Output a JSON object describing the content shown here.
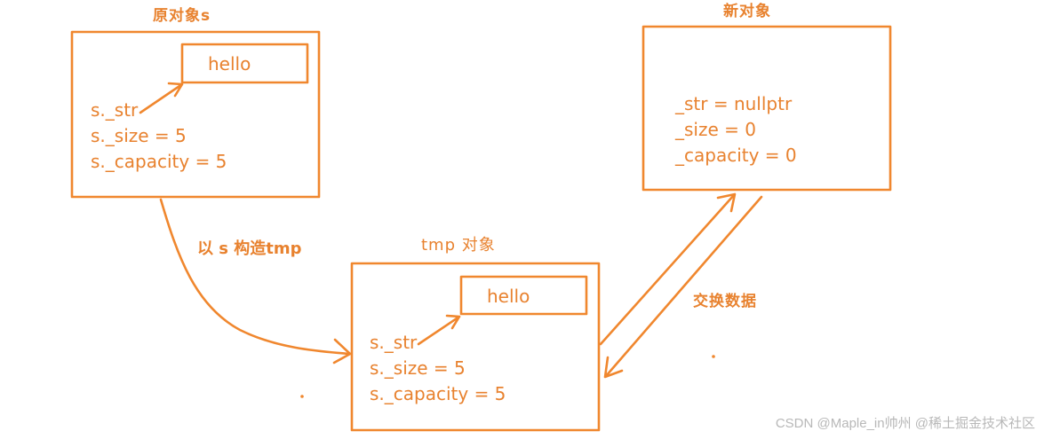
{
  "colors": {
    "stroke": "#f0872e",
    "text": "#e8822f",
    "watermark": "#b8b8b8"
  },
  "original": {
    "title": "原对象s",
    "inner_value": "hello",
    "fields": [
      "s._str",
      "s._size = 5",
      "s._capacity = 5"
    ]
  },
  "new_object": {
    "title": "新对象",
    "fields": [
      "_str = nullptr",
      "_size =  0",
      "_capacity =  0"
    ]
  },
  "tmp": {
    "title": "tmp 对象",
    "inner_value": "hello",
    "fields": [
      "s._str",
      "s._size = 5",
      "s._capacity = 5"
    ]
  },
  "arrows": {
    "construct_label": "以 s 构造tmp",
    "swap_label": "交换数据"
  },
  "watermark": "CSDN @Maple_in帅州 @稀土掘金技术社区"
}
